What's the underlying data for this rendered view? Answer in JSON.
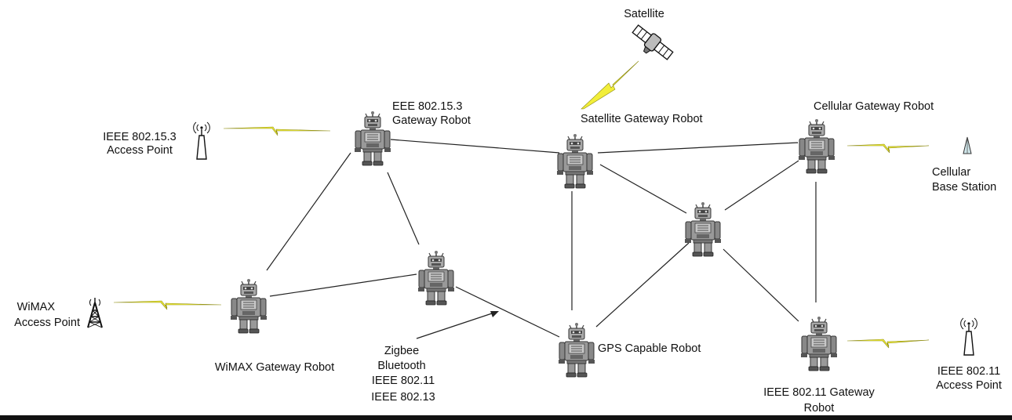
{
  "labels": {
    "satellite": "Satellite",
    "gw_15_3": [
      "EEE 802.15.3",
      "Gateway Robot"
    ],
    "ap_15_3": [
      "IEEE 802.15.3",
      "Access Point"
    ],
    "satellite_gw": "Satellite Gateway Robot",
    "cellular_gw": "Cellular Gateway Robot",
    "cellular_bs": [
      "Cellular",
      "Base Station"
    ],
    "wimax_ap": [
      "WiMAX",
      "Access Point"
    ],
    "wimax_gw": "WiMAX Gateway Robot",
    "protocols": [
      "Zigbee",
      "Bluetooth",
      "IEEE 802.11",
      "IEEE 802.13"
    ],
    "gps_robot": "GPS Capable Robot",
    "gw_11": [
      "IEEE 802.11 Gateway",
      "Robot"
    ],
    "ap_11": [
      "IEEE 802.11",
      "Access Point"
    ]
  },
  "icons": {
    "robot": "robot-icon",
    "antenna": "antenna-icon",
    "tower": "tower-icon",
    "satellite": "satellite-icon",
    "base_station": "base-station-icon",
    "wireless_link": "lightning-bolt-icon"
  },
  "colors": {
    "wireless_link": "#f2ee3a",
    "wired_link": "#222222",
    "robot_body": "#9a9a9a"
  }
}
